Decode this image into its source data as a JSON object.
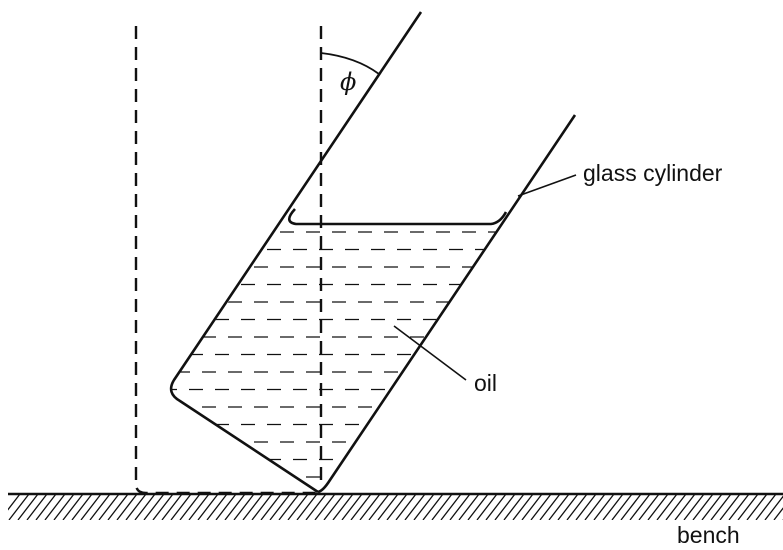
{
  "labels": {
    "angle": "ϕ",
    "glass_cylinder": "glass cylinder",
    "oil": "oil",
    "bench": "bench"
  },
  "colors": {
    "line": "#111111",
    "background": "#ffffff"
  }
}
